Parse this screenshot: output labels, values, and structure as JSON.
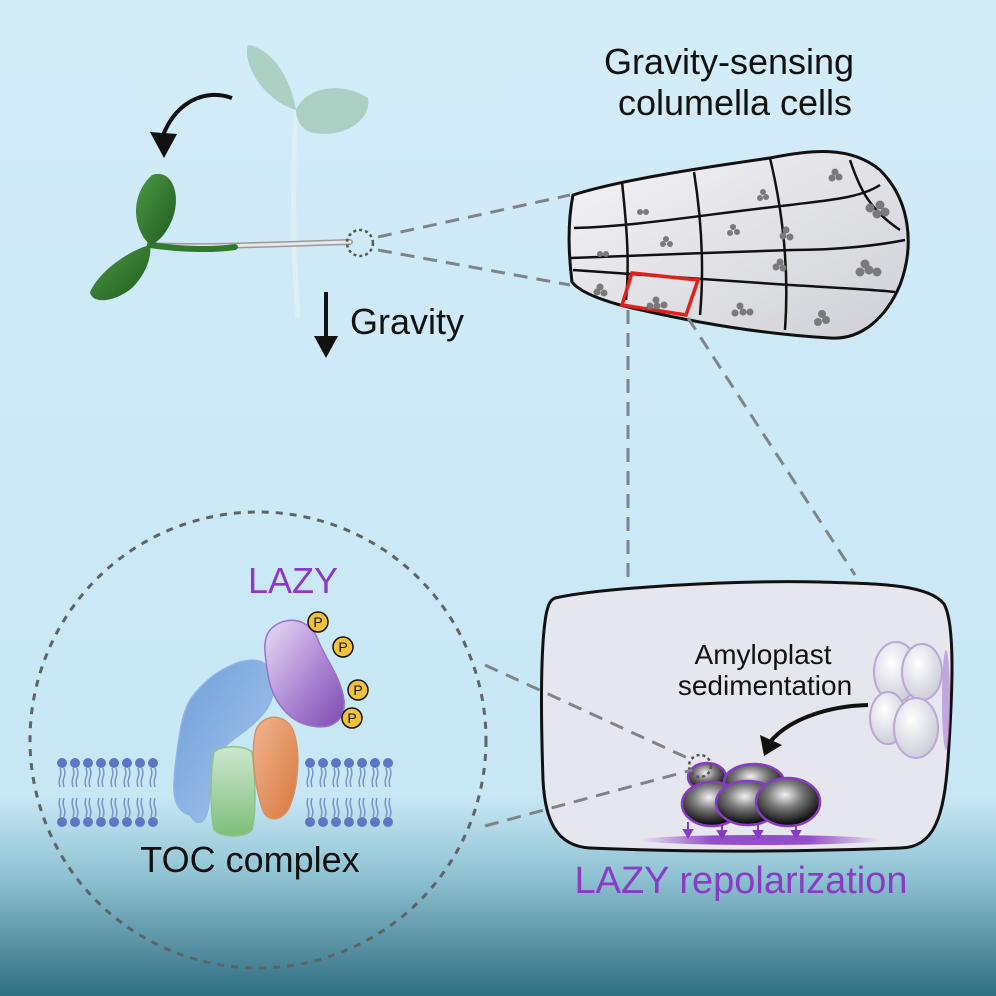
{
  "labels": {
    "gravity": "Gravity",
    "columella_title_1": "Gravity-sensing",
    "columella_title_2": "columella cells",
    "lazy": "LAZY",
    "phospho": "P",
    "toc_complex": "TOC complex",
    "amyloplast_1": "Amyloplast",
    "amyloplast_2": "sedimentation",
    "lazy_repolarization": "LAZY repolarization"
  },
  "colors": {
    "background_top": "#cdeaf6",
    "background_bottom": "#2f6e80",
    "lazy_purple": "#8a3bc6",
    "highlight_cell": "#e0201b",
    "seedling_green": "#2f7a2c",
    "phospho_yellow": "#f2c23a"
  }
}
